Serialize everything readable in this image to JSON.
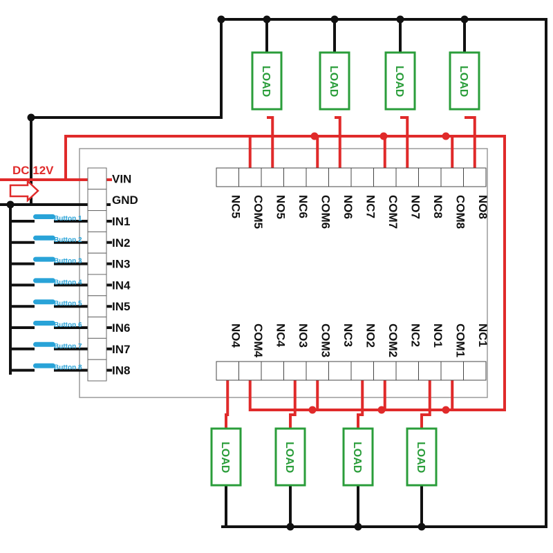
{
  "power": {
    "label": "DC 12V"
  },
  "inputs": {
    "pins": [
      "VIN",
      "GND",
      "IN1",
      "IN2",
      "IN3",
      "IN4",
      "IN5",
      "IN6",
      "IN7",
      "IN8"
    ],
    "buttons": [
      "Button 1",
      "Button 2",
      "Button 3",
      "Button 4",
      "Button 5",
      "Button 6",
      "Button 7",
      "Button 8"
    ]
  },
  "top_terminals": [
    "NC5",
    "COM5",
    "NO5",
    "NC6",
    "COM6",
    "NO6",
    "NC7",
    "COM7",
    "NO7",
    "NC8",
    "COM8",
    "NO8"
  ],
  "bottom_terminals": [
    "NO4",
    "COM4",
    "NC4",
    "NO3",
    "COM3",
    "NC3",
    "NO2",
    "COM2",
    "NC2",
    "NO1",
    "COM1",
    "NC1"
  ],
  "loads": {
    "top": [
      "LOAD",
      "LOAD",
      "LOAD",
      "LOAD"
    ],
    "bottom": [
      "LOAD",
      "LOAD",
      "LOAD",
      "LOAD"
    ]
  },
  "colors": {
    "wire_black": "#111111",
    "wire_red": "#e02a2a",
    "load_green": "#2a9d3a",
    "button_blue": "#29a3d8",
    "board_border": "#9a9a9a"
  }
}
